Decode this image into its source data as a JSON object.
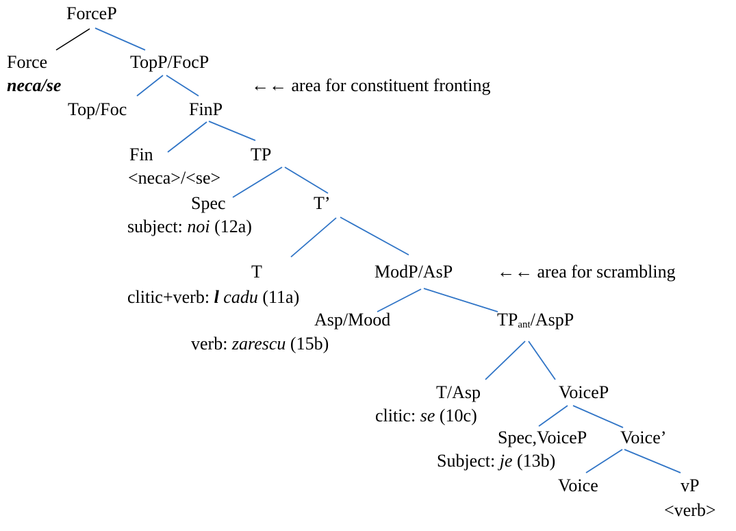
{
  "nodes": {
    "forcep": "ForceP",
    "force": "Force",
    "force_lex": "neca/se",
    "topp_focp": "TopP/FocP",
    "top_foc": "Top/Foc",
    "finp": "FinP",
    "fin": "Fin",
    "fin_lex": "<neca>/<se>",
    "tp": "TP",
    "spec": "Spec",
    "spec_note_prefix": "subject: ",
    "spec_note_italic": "noi",
    "spec_note_ref": " (12a)",
    "tbar": "T’",
    "t": "T",
    "t_note_prefix": "clitic+verb: ",
    "t_note_bold": "l",
    "t_note_italic": " cadu",
    "t_note_ref": " (11a)",
    "modp_asp": "ModP/AsP",
    "asp_mood": "Asp/Mood",
    "asp_note_prefix": "verb: ",
    "asp_note_italic": "zarescu",
    "asp_note_ref": " (15b)",
    "tpant_main": "TP",
    "tpant_sub": "ant",
    "tpant_rest": "/AspP",
    "t_asp": "T/Asp",
    "t_asp_note_prefix": "clitic: ",
    "t_asp_note_italic": "se",
    "t_asp_note_ref": " (10c)",
    "voicep": "VoiceP",
    "spec_voicep": "Spec,VoiceP",
    "spec_voicep_note_prefix": "Subject: ",
    "spec_voicep_note_italic": "je",
    "spec_voicep_note_ref": " (13b)",
    "voicebar": "Voice’",
    "voice": "Voice",
    "vp": "vP",
    "vp_lex": "<verb>"
  },
  "annotations": {
    "fronting": "←← area for constituent fronting",
    "scrambling": "←← area for scrambling"
  },
  "colors": {
    "branch": "#2f74c6",
    "first_branch": "#000000",
    "text": "#000000"
  }
}
